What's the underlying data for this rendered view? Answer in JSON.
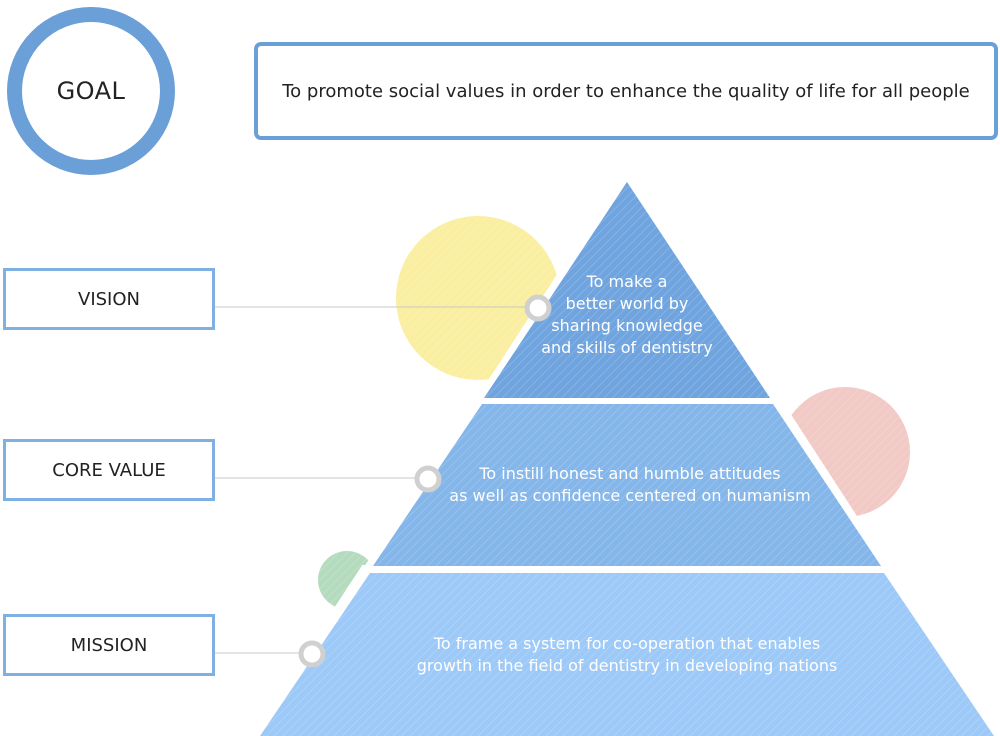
{
  "goal": {
    "label": "GOAL",
    "statement": "To promote social values in order to enhance the quality of life for all people"
  },
  "tiers": {
    "vision": {
      "label": "VISION",
      "lines": [
        "To make a",
        "better world by",
        "sharing knowledge",
        "and skills of dentistry"
      ]
    },
    "core_value": {
      "label": "CORE VALUE",
      "lines": [
        "To instill honest and humble attitudes",
        "as well as confidence centered on humanism"
      ]
    },
    "mission": {
      "label": "MISSION",
      "lines": [
        "To frame a system for co-operation that enables",
        "growth in the field of dentistry in developing nations"
      ]
    }
  },
  "colors": {
    "goal_ring": "#6a9fd8",
    "top_tier": "#6fa4df",
    "middle_tier": "#84b6ea",
    "bottom_tier": "#9cc9f7",
    "yellow_accent": "#faeea0",
    "pink_accent": "#f1c9c5",
    "green_accent": "#b4dbbe",
    "connector": "#c8c8c8"
  }
}
